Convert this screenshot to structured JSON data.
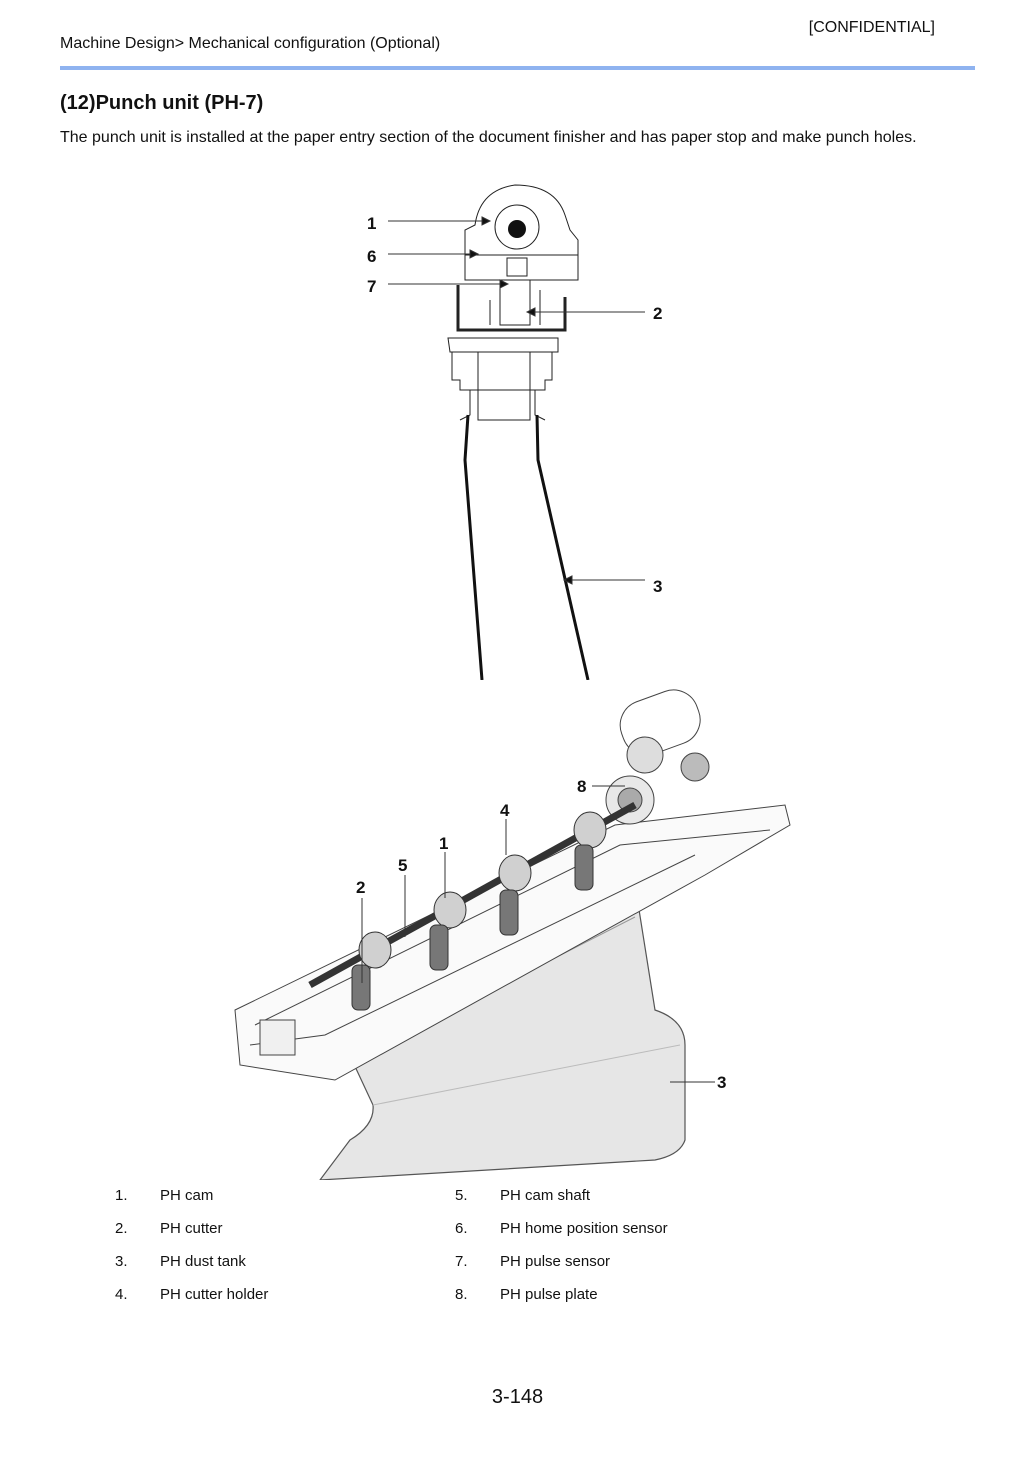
{
  "header": {
    "confidential": "[CONFIDENTIAL]",
    "breadcrumb": "Machine Design> Mechanical configuration (Optional)"
  },
  "section": {
    "title": "(12)Punch unit (PH-7)",
    "intro": "The punch unit is installed at the paper entry section of the document finisher and has paper stop and make punch holes."
  },
  "figure_top": {
    "callouts": [
      "1",
      "6",
      "7",
      "2",
      "3"
    ]
  },
  "figure_bottom": {
    "callouts": [
      "8",
      "4",
      "1",
      "5",
      "2",
      "3"
    ]
  },
  "legend": [
    {
      "num": "1.",
      "label": "PH cam"
    },
    {
      "num": "2.",
      "label": "PH cutter"
    },
    {
      "num": "3.",
      "label": "PH dust tank"
    },
    {
      "num": "4.",
      "label": "PH cutter holder"
    },
    {
      "num": "5.",
      "label": "PH cam shaft"
    },
    {
      "num": "6.",
      "label": "PH home position sensor"
    },
    {
      "num": "7.",
      "label": "PH pulse sensor"
    },
    {
      "num": "8.",
      "label": "PH pulse plate"
    }
  ],
  "footer": {
    "page_number": "3-148"
  }
}
